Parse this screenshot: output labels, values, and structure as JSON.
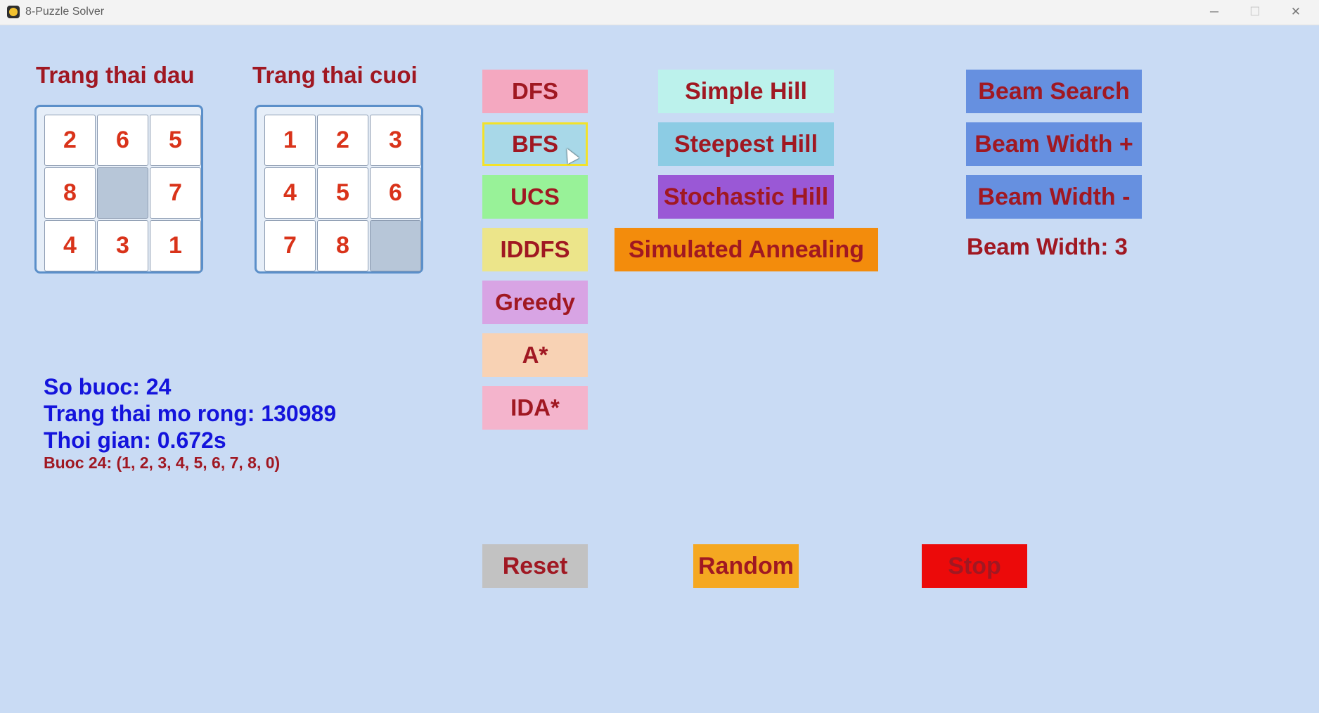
{
  "window": {
    "title": "8-Puzzle Solver",
    "controls": {
      "minimize": "─",
      "maximize": "☐",
      "close": "✕"
    }
  },
  "start_state": {
    "heading": "Trang thai dau",
    "tiles": [
      "2",
      "6",
      "5",
      "8",
      "",
      "7",
      "4",
      "3",
      "1"
    ]
  },
  "goal_state": {
    "heading": "Trang thai cuoi",
    "tiles": [
      "1",
      "2",
      "3",
      "4",
      "5",
      "6",
      "7",
      "8",
      ""
    ]
  },
  "algorithms": {
    "uninformed": [
      "DFS",
      "BFS",
      "UCS",
      "IDDFS",
      "Greedy",
      "A*",
      "IDA*"
    ],
    "local": [
      "Simple Hill",
      "Steepest Hill",
      "Stochastic Hill",
      "Simulated Annealing"
    ],
    "beam": [
      "Beam Search",
      "Beam Width +",
      "Beam Width -"
    ],
    "selected": "BFS"
  },
  "beam_width_label": "Beam Width: 3",
  "stats": {
    "steps": "So buoc: 24",
    "expanded": "Trang thai mo rong: 130989",
    "time": "Thoi gian: 0.672s",
    "current_step": "Buoc 24: (1, 2, 3, 4, 5, 6, 7, 8, 0)"
  },
  "controls": {
    "reset": "Reset",
    "random": "Random",
    "stop": "Stop"
  },
  "colors": {
    "background": "#c9dbf4",
    "label_red": "#a01822",
    "stat_blue": "#1414dc",
    "tile_text": "#d9331a",
    "DFS": "#f4a8c0",
    "BFS": "#a8d8e8",
    "UCS": "#98f298",
    "IDDFS": "#ece58a",
    "Greedy": "#d8a4e4",
    "A*": "#f8d2b4",
    "IDA*": "#f4b4cc",
    "Simple Hill": "#bcf2ec",
    "Steepest Hill": "#8ccce4",
    "Stochastic Hill": "#9a58d6",
    "Simulated Annealing": "#f38c0c",
    "beam_buttons": "#6690e0",
    "reset": "#c2c2c2",
    "random": "#f5a821",
    "stop": "#ec0a0a"
  }
}
